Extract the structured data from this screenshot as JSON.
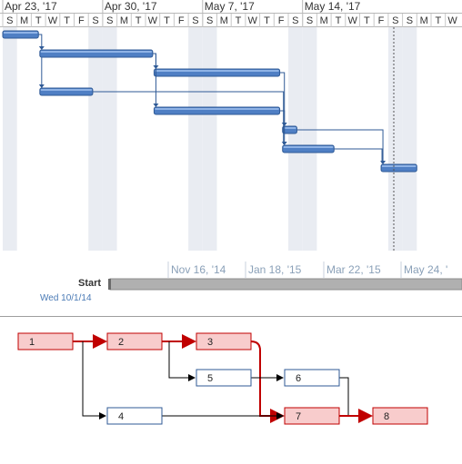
{
  "gantt": {
    "weeks": [
      "Apr 23, '17",
      "Apr 30, '17",
      "May 7, '17",
      "May 14, '17"
    ],
    "day_letters": [
      "S",
      "M",
      "T",
      "W",
      "T",
      "F",
      "S"
    ],
    "bars": [
      {
        "id": "b1",
        "start_day": 0,
        "end_day": 2.5
      },
      {
        "id": "b2",
        "start_day": 2.6,
        "end_day": 10.5
      },
      {
        "id": "b3",
        "start_day": 10.6,
        "end_day": 19.4
      },
      {
        "id": "b4",
        "start_day": 2.6,
        "end_day": 6.3
      },
      {
        "id": "b5",
        "start_day": 10.6,
        "end_day": 19.4
      },
      {
        "id": "b6",
        "start_day": 19.6,
        "end_day": 20.6
      },
      {
        "id": "b7",
        "start_day": 19.6,
        "end_day": 23.2
      },
      {
        "id": "b8",
        "start_day": 26.5,
        "end_day": 29.0
      }
    ],
    "colors": {
      "bar": "#4f7fc4",
      "bar_dark": "#2f5a96",
      "weekend": "#e9ecf2",
      "link": "#2f5a96"
    }
  },
  "timeline": {
    "dates": [
      "Nov 16, '14",
      "Jan 18, '15",
      "Mar 22, '15",
      "May 24, '"
    ],
    "start_label": "Start",
    "start_date": "Wed 10/1/14"
  },
  "network": {
    "nodes": [
      {
        "id": "n1",
        "label": "1",
        "critical": true
      },
      {
        "id": "n2",
        "label": "2",
        "critical": true
      },
      {
        "id": "n3",
        "label": "3",
        "critical": true
      },
      {
        "id": "n4",
        "label": "4",
        "critical": false
      },
      {
        "id": "n5",
        "label": "5",
        "critical": false
      },
      {
        "id": "n6",
        "label": "6",
        "critical": false
      },
      {
        "id": "n7",
        "label": "7",
        "critical": true
      },
      {
        "id": "n8",
        "label": "8",
        "critical": true
      }
    ],
    "colors": {
      "critical_fill": "#f8cccc",
      "critical_border": "#c00000",
      "normal_fill": "#ffffff",
      "normal_border": "#2f5a96"
    }
  }
}
